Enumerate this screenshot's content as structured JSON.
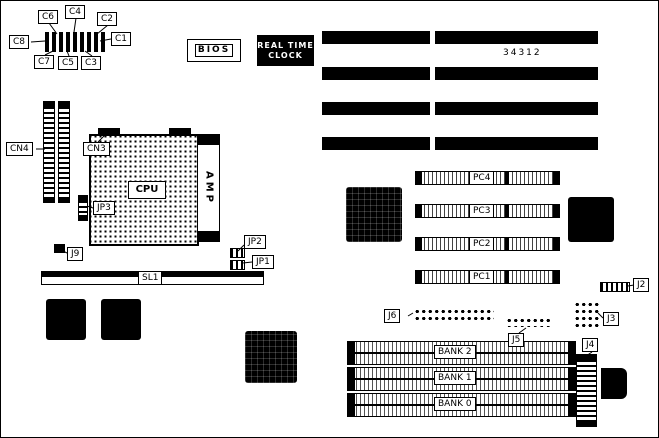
{
  "diagram": {
    "title": "motherboard-layout-diagram",
    "part_number": "34312",
    "colors": {
      "component": "#000000",
      "background": "#ffffff"
    }
  },
  "callouts": {
    "c6": "C6",
    "c4": "C4",
    "c2": "C2",
    "c8": "C8",
    "c1": "C1",
    "c7": "C7",
    "c5": "C5",
    "c3": "C3",
    "cn4": "CN4",
    "cn3": "CN3",
    "cpu": "CPU",
    "jp3": "JP3",
    "j9": "J9",
    "jp2": "JP2",
    "jp1": "JP1",
    "sl1": "SL1",
    "pc4": "PC4",
    "pc3": "PC3",
    "pc2": "PC2",
    "pc1": "PC1",
    "j6": "J6",
    "j5": "J5",
    "j2": "J2",
    "j3": "J3",
    "j4": "J4",
    "bank2": "BANK 2",
    "bank1": "BANK 1",
    "bank0": "BANK 0"
  },
  "chips": {
    "bios": "BIOS",
    "rtc_line1": "REAL TIME",
    "rtc_line2": "CLOCK",
    "amp": "AMP"
  }
}
